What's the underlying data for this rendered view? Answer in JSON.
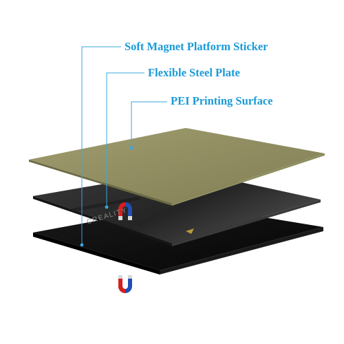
{
  "labels": [
    {
      "id": "soft-magnet",
      "text": "Soft Magnet Platform Sticker"
    },
    {
      "id": "steel-plate",
      "text": "Flexible Steel Plate"
    },
    {
      "id": "pei-surface",
      "text": "PEI Printing Surface"
    }
  ],
  "brand_text": "CREALITY",
  "colors": {
    "label": "#1a9bd7",
    "leader_line": "#3aa6dc",
    "pei_layer": "#8e8c5e",
    "steel_layer": "#2c2c2c",
    "magnet_layer": "#101010",
    "magnet_north": "#d81e1e",
    "magnet_south": "#1f4fb5"
  },
  "icons": [
    "magnet-icon"
  ]
}
